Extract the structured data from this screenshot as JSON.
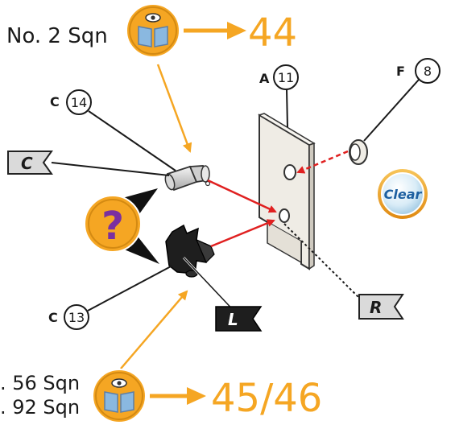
{
  "top_ref": {
    "squadron": "No. 2 Sqn",
    "page": "44"
  },
  "bottom_ref": {
    "squadron_1": ". 56 Sqn",
    "squadron_2": ". 92 Sqn",
    "page": "45/46"
  },
  "parts": {
    "a": {
      "letter": "A",
      "number": "11"
    },
    "f": {
      "letter": "F",
      "number": "8"
    },
    "c14": {
      "letter": "C",
      "number": "14"
    },
    "c13": {
      "letter": "C",
      "number": "13"
    }
  },
  "flags": {
    "c": "C",
    "l": "L",
    "r": "R"
  },
  "clear_badge": "Clear",
  "question_badge": "?",
  "colors": {
    "accent": "#f5a623",
    "arrow_red": "#e02020",
    "panel": "#ece9e2",
    "dark_part": "#1e1e1e"
  }
}
